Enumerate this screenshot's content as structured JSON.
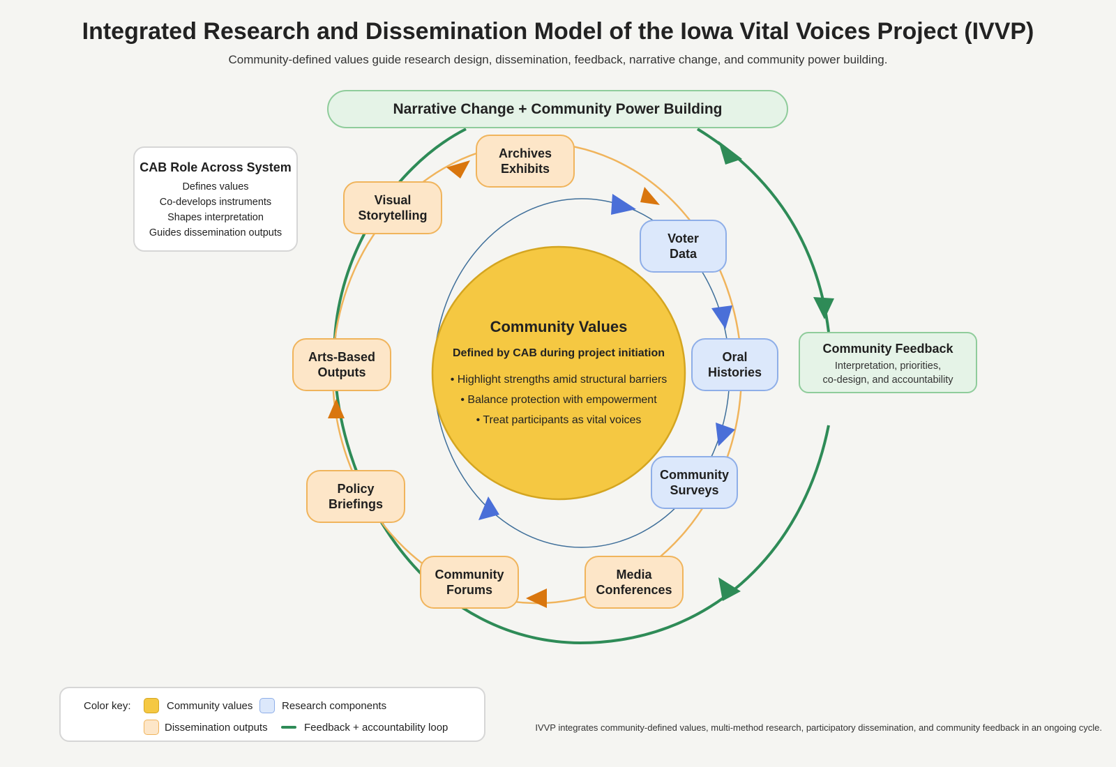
{
  "title": "Integrated Research and Dissemination Model of the Iowa Vital Voices Project (IVVP)",
  "subtitle": "Community-defined values guide research design, dissemination, feedback, narrative change, and community power building.",
  "top_banner": "Narrative Change + Community Power Building",
  "center": {
    "title": "Community Values",
    "subtitle": "Defined by CAB during project initiation",
    "bullets": [
      "• Highlight strengths amid structural barriers",
      "• Balance protection with empowerment",
      "• Treat participants as vital voices"
    ]
  },
  "research_nodes": [
    {
      "label": "Voter\nData"
    },
    {
      "label": "Oral\nHistories"
    },
    {
      "label": "Community\nSurveys"
    }
  ],
  "dissemination_nodes": [
    {
      "label": "Archives\nExhibits"
    },
    {
      "label": "Visual\nStorytelling"
    },
    {
      "label": "Arts-Based\nOutputs"
    },
    {
      "label": "Policy\nBriefings"
    },
    {
      "label": "Community\nForums"
    },
    {
      "label": "Media\nConferences"
    }
  ],
  "feedback": {
    "title": "Community Feedback",
    "body": "Interpretation, priorities,\nco-design, and accountability"
  },
  "cab": {
    "title": "CAB Role Across System",
    "lines": [
      "Defines values",
      "Co-develops instruments",
      "Shapes interpretation",
      "Guides dissemination outputs"
    ]
  },
  "legend": {
    "label": "Color key:",
    "items": [
      "Community values",
      "Research components",
      "Dissemination outputs",
      "Feedback + accountability loop"
    ]
  },
  "footnote": "IVVP integrates community-defined values, multi-method research, participatory dissemination, and community feedback in an ongoing cycle.",
  "colors": {
    "values": "#f5c842",
    "research": "#dce8fb",
    "dissemination": "#fde6c8",
    "feedback_loop": "#2e8b57",
    "research_arrow": "#4a6fd8",
    "dissemination_arrow": "#d9760e"
  }
}
